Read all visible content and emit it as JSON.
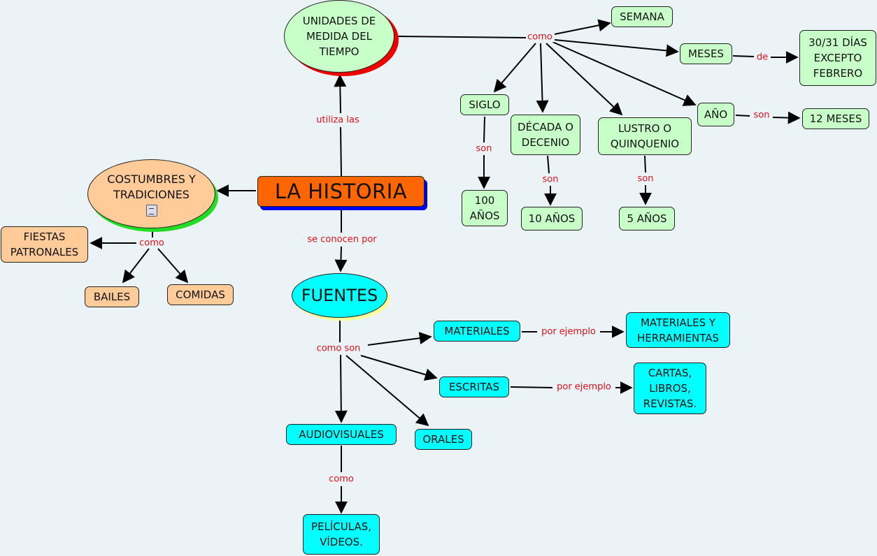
{
  "colors": {
    "background": "#ecf3f6",
    "central": "#ff6600",
    "time_nodes": "#c8ffc8",
    "sources_nodes": "#00ffff",
    "customs_nodes": "#ffcc99",
    "link_label": "#e0101a"
  },
  "nodes": {
    "historia": "LA HISTORIA",
    "unidades": "UNIDADES DE\nMEDIDA DEL\nTIEMPO",
    "costumbres": "COSTUMBRES Y\nTRADICIONES",
    "fuentes": "FUENTES",
    "semana": "SEMANA",
    "meses": "MESES",
    "dias": "30/31 DÍAS\nEXCEPTO\nFEBRERO",
    "siglo": "SIGLO",
    "decada": "DÉCADA O\nDECENIO",
    "lustro": "LUSTRO O\nQUINQUENIO",
    "anio": "AÑO",
    "doce_meses": "12 MESES",
    "cien_anios": "100\nAÑOS",
    "diez_anios": "10 AÑOS",
    "cinco_anios": "5 AÑOS",
    "fiestas": "FIESTAS\nPATRONALES",
    "bailes": "BAILES",
    "comidas": "COMIDAS",
    "materiales": "MATERIALES",
    "herramientas": "MATERIALES Y\nHERRAMIENTAS",
    "escritas": "ESCRITAS",
    "cartas": "CARTAS,\nLIBROS,\nREVISTAS.",
    "audiovisuales": "AUDIOVISUALES",
    "orales": "ORALES",
    "peliculas": "PELÍCULAS,\nVÍDEOS."
  },
  "links": {
    "utiliza_las": "utiliza las",
    "se_conocen_por": "se conocen por",
    "como_tiempo": "como",
    "de": "de",
    "son_anio": "son",
    "son_siglo": "son",
    "son_decada": "son",
    "son_lustro": "son",
    "como_costumbres": "como",
    "como_son": "como son",
    "por_ejemplo_materiales": "por ejemplo",
    "por_ejemplo_escritas": "por ejemplo",
    "como_audiovisuales": "como"
  },
  "icons": {
    "costumbres_attachment": "document-attachment-icon"
  }
}
